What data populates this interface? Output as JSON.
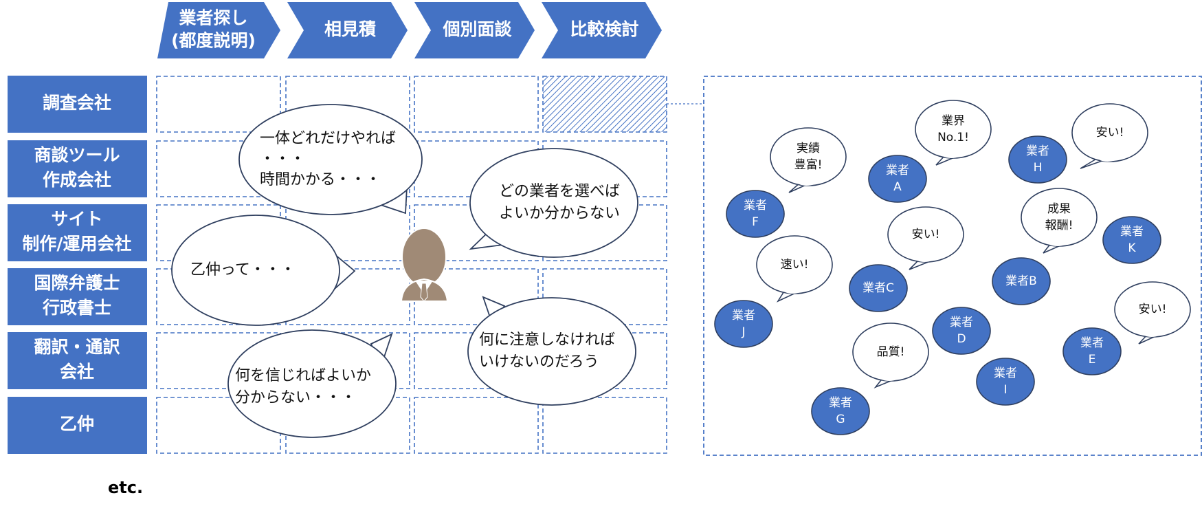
{
  "colors": {
    "primary": "#4472c4",
    "dash_blue": "#4472c4",
    "outline": "#2f3f5f",
    "person": "#a08a76",
    "white": "#ffffff"
  },
  "process_steps": [
    {
      "lines": [
        "業者探し",
        "(都度説明)"
      ]
    },
    {
      "lines": [
        "相見積"
      ]
    },
    {
      "lines": [
        "個別面談"
      ]
    },
    {
      "lines": [
        "比較検討"
      ]
    }
  ],
  "rows": [
    {
      "lines": [
        "調査会社"
      ]
    },
    {
      "lines": [
        "商談ツール",
        "作成会社"
      ]
    },
    {
      "lines": [
        "サイト",
        "制作/運用会社"
      ]
    },
    {
      "lines": [
        "国際弁護士",
        "行政書士"
      ]
    },
    {
      "lines": [
        "翻訳・通訳",
        "会社"
      ]
    },
    {
      "lines": [
        "乙仲"
      ]
    }
  ],
  "concern_bubbles": [
    {
      "lines": [
        "一体どれだけやれば",
        "・・・",
        "時間かかる・・・"
      ]
    },
    {
      "lines": [
        "どの業者を選べば",
        "よいか分からない"
      ]
    },
    {
      "lines": [
        "乙仲って・・・"
      ]
    },
    {
      "lines": [
        "何に注意しなければ",
        "いけないのだろう"
      ]
    },
    {
      "lines": [
        "何を信じればよいか",
        "分からない・・・"
      ]
    }
  ],
  "vendors": [
    {
      "lines": [
        "業者",
        "F"
      ]
    },
    {
      "lines": [
        "業者",
        "A"
      ]
    },
    {
      "lines": [
        "業者",
        "H"
      ]
    },
    {
      "lines": [
        "業者",
        "K"
      ]
    },
    {
      "lines": [
        "業者C"
      ]
    },
    {
      "lines": [
        "業者B"
      ]
    },
    {
      "lines": [
        "業者",
        "J"
      ]
    },
    {
      "lines": [
        "業者",
        "D"
      ]
    },
    {
      "lines": [
        "業者",
        "E"
      ]
    },
    {
      "lines": [
        "業者",
        "I"
      ]
    },
    {
      "lines": [
        "業者",
        "G"
      ]
    }
  ],
  "claims": [
    {
      "lines": [
        "実績",
        "豊富!"
      ]
    },
    {
      "lines": [
        "業界",
        "No.1!"
      ]
    },
    {
      "lines": [
        "安い!"
      ]
    },
    {
      "lines": [
        "安い!"
      ]
    },
    {
      "lines": [
        "成果",
        "報酬!"
      ]
    },
    {
      "lines": [
        "速い!"
      ]
    },
    {
      "lines": [
        "安い!"
      ]
    },
    {
      "lines": [
        "品質!"
      ]
    }
  ],
  "footnote": "etc."
}
